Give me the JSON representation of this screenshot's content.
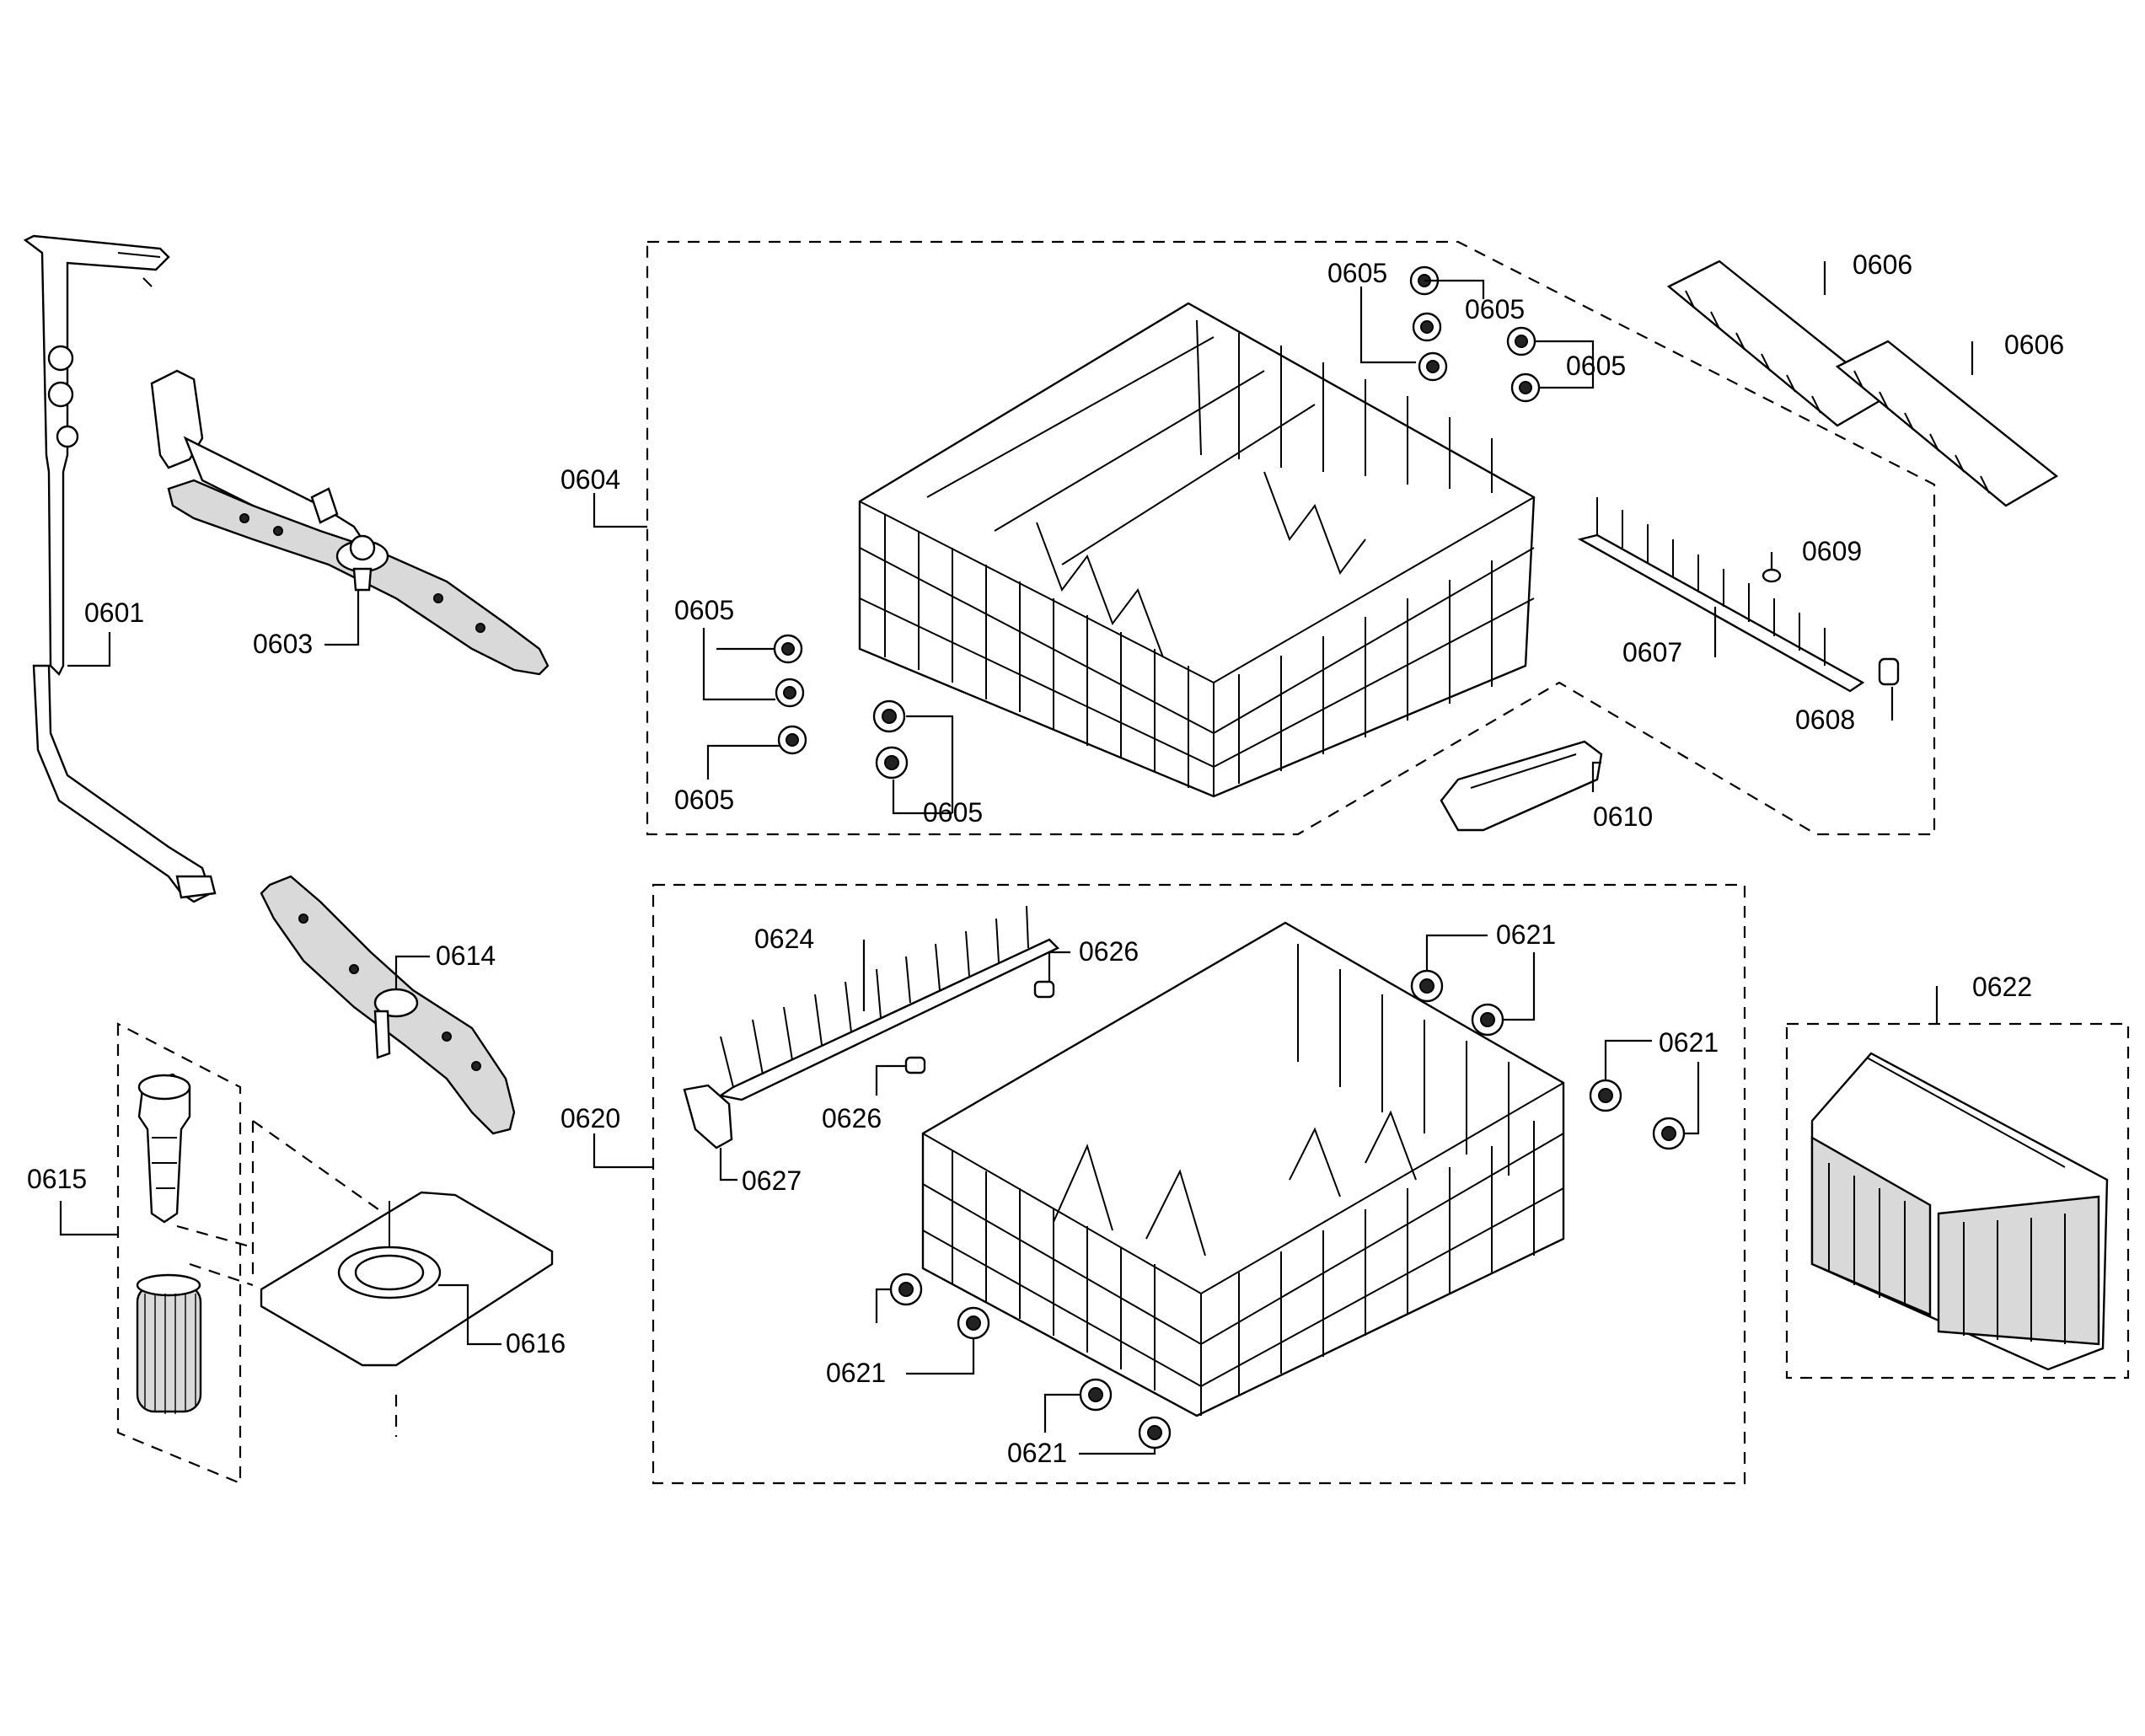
{
  "callouts": {
    "c0601": "0601",
    "c0603": "0603",
    "c0604": "0604",
    "c0605_top_a": "0605",
    "c0605_top_b": "0605",
    "c0605_top_c": "0605",
    "c0605_left_a": "0605",
    "c0605_left_b": "0605",
    "c0605_bottom": "0605",
    "c0606_a": "0606",
    "c0606_b": "0606",
    "c0607": "0607",
    "c0608": "0608",
    "c0609": "0609",
    "c0610": "0610",
    "c0614": "0614",
    "c0615": "0615",
    "c0616": "0616",
    "c0620": "0620",
    "c0621_a": "0621",
    "c0621_b": "0621",
    "c0621_c": "0621",
    "c0621_d": "0621",
    "c0622": "0622",
    "c0624": "0624",
    "c0626_a": "0626",
    "c0626_b": "0626",
    "c0627": "0627"
  }
}
